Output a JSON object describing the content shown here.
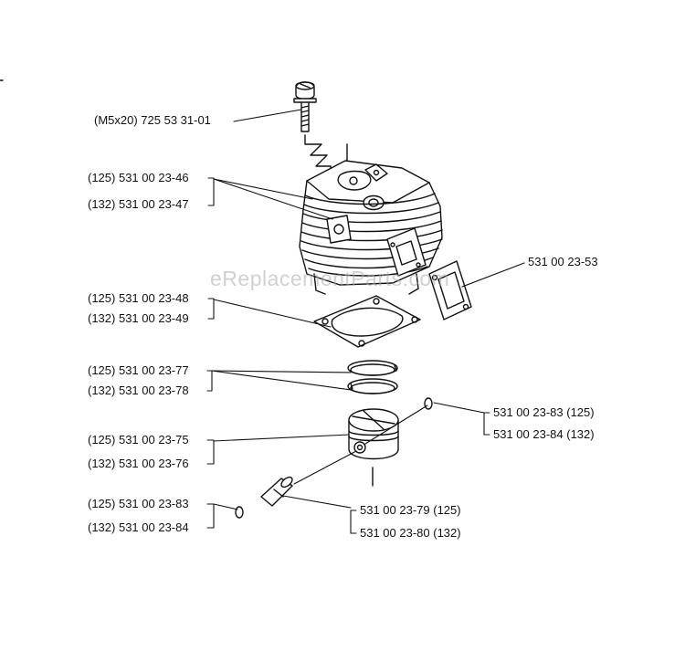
{
  "watermark": "eReplacementParts.com",
  "labels": {
    "screw": "(M5x20) 725 53 31-01",
    "cyl_125": "(125) 531 00 23-46",
    "cyl_132": "(132) 531 00 23-47",
    "exh_gasket": "531 00 23-53",
    "gasket_125": "(125) 531 00 23-48",
    "gasket_132": "(132) 531 00 23-49",
    "ring_125": "(125) 531 00 23-77",
    "ring_132": "(132) 531 00 23-78",
    "clip_r_125": "531 00 23-83 (125)",
    "clip_r_132": "531 00 23-84 (132)",
    "piston_125": "(125) 531 00 23-75",
    "piston_132": "(132) 531 00 23-76",
    "clip_l_125": "(125) 531 00 23-83",
    "clip_l_132": "(132) 531 00 23-84",
    "pin_125": "531 00 23-79 (125)",
    "pin_132": "531 00 23-80 (132)"
  }
}
